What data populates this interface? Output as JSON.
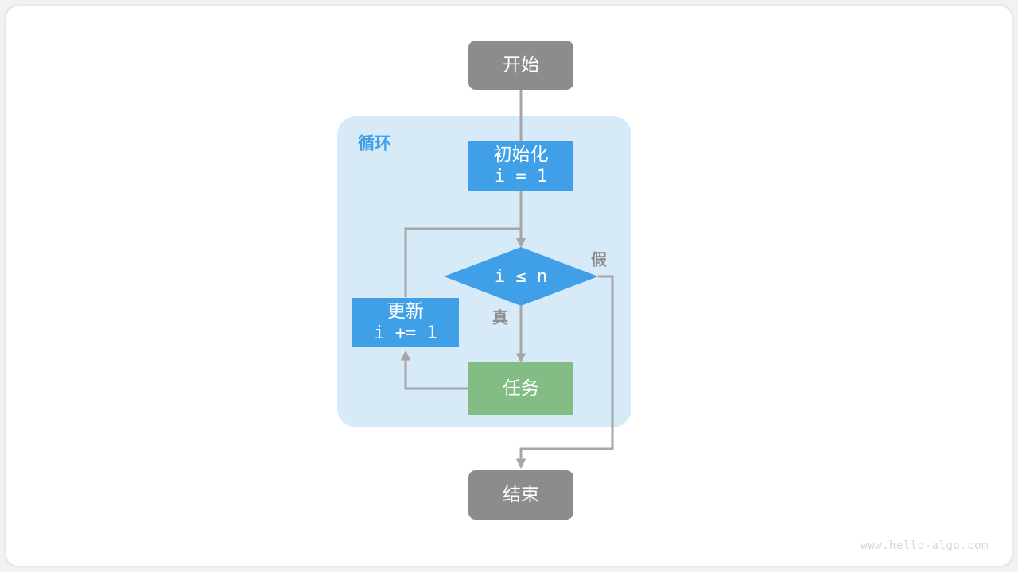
{
  "page": {
    "background_color": "#ffffff",
    "frame_color": "#ffffff"
  },
  "colors": {
    "start_end_fill": "#8c8c8c",
    "process_fill": "#3fa0e8",
    "decision_fill": "#3fa0e8",
    "task_fill": "#83bc84",
    "loop_container_fill": "#d6eaf8",
    "edge_stroke": "#a6a6a6",
    "node_text": "#ffffff",
    "edge_label_text": "#8c8c8c",
    "group_label_text": "#3fa0e8",
    "watermark_text": "#d6d6d6"
  },
  "diagram": {
    "type": "flowchart",
    "title": "",
    "group": {
      "label": "循环"
    },
    "nodes": [
      {
        "id": "start",
        "shape": "rounded-rect",
        "label": "开始",
        "label2": "",
        "fill": "#8c8c8c"
      },
      {
        "id": "init",
        "shape": "rect",
        "label": "初始化",
        "label2": "i = 1",
        "fill": "#3fa0e8"
      },
      {
        "id": "cond",
        "shape": "diamond",
        "label": "",
        "label2": "i ≤ n",
        "fill": "#3fa0e8"
      },
      {
        "id": "update",
        "shape": "rect",
        "label": "更新",
        "label2": "i += 1",
        "fill": "#3fa0e8"
      },
      {
        "id": "task",
        "shape": "rect",
        "label": "任务",
        "label2": "",
        "fill": "#83bc84"
      },
      {
        "id": "end",
        "shape": "rounded-rect",
        "label": "结束",
        "label2": "",
        "fill": "#8c8c8c"
      }
    ],
    "edges": [
      {
        "id": "start-init",
        "from": "start",
        "to": "init",
        "label": ""
      },
      {
        "id": "init-cond",
        "from": "init",
        "to": "cond",
        "label": ""
      },
      {
        "id": "cond-task",
        "from": "cond",
        "to": "task",
        "label": "真"
      },
      {
        "id": "cond-end",
        "from": "cond",
        "to": "end",
        "label": "假"
      },
      {
        "id": "task-update",
        "from": "task",
        "to": "update",
        "label": ""
      },
      {
        "id": "update-cond",
        "from": "update",
        "to": "cond",
        "label": ""
      }
    ]
  },
  "watermark": {
    "text": "www.hello-algo.com"
  }
}
